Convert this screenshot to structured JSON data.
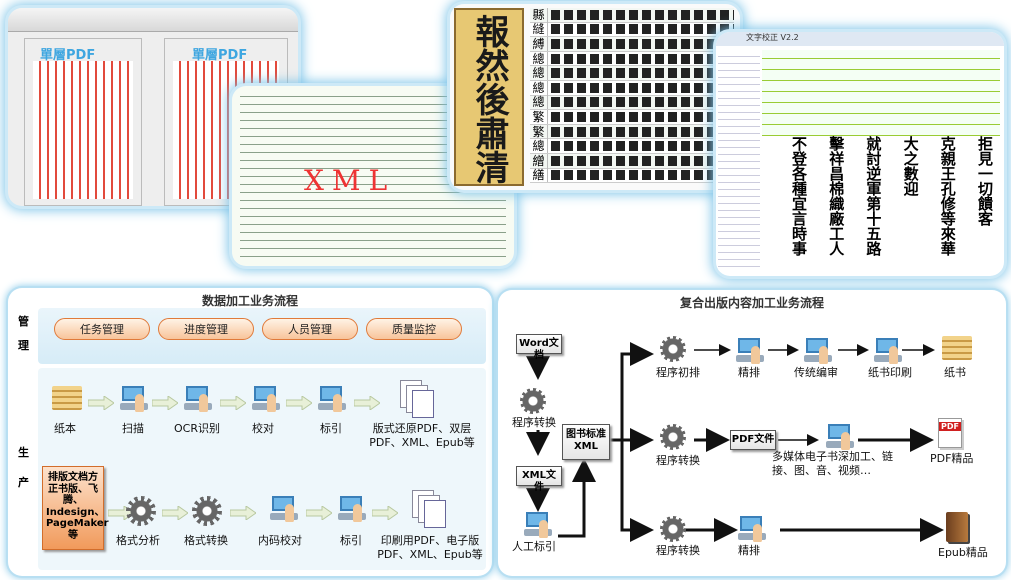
{
  "screens": {
    "pdf_label_1": "單層PDF",
    "pdf_label_2": "單層PDF",
    "xml_label": "XML",
    "calligraphy": "報然後肅清",
    "glyph_rows": [
      "縣",
      "縫",
      "縛",
      "總",
      "總",
      "總",
      "總",
      "繁",
      "繁",
      "總",
      "繒",
      "繕"
    ],
    "proof_title": "文字校正 V2.2",
    "proof_columns": [
      "拒見一切饋客",
      "克親王孔修等來華",
      "大之數迎",
      "就討逆軍第十五路",
      "擊祥昌棉織廠工人",
      "不登各種宜言時事"
    ]
  },
  "left_flow": {
    "title": "数据加工业务流程",
    "side_management": "管理",
    "side_production": "生产",
    "mgmt_items": [
      "任务管理",
      "进度管理",
      "人员管理",
      "质量监控"
    ],
    "row1": [
      "纸本",
      "扫描",
      "OCR识别",
      "校对",
      "标引",
      "版式还原PDF、双层PDF、XML、Epub等"
    ],
    "row2_source": "排版文档方正书版、飞腾、Indesign、PageMaker等",
    "row2": [
      "格式分析",
      "格式转换",
      "内码校对",
      "标引",
      "印刷用PDF、电子版PDF、XML、Epub等"
    ]
  },
  "right_flow": {
    "title": "复合出版内容加工业务流程",
    "word": "Word文档",
    "convert1": "程序转换",
    "xml_file": "XML文件",
    "manual_index": "人工标引",
    "book_xml": "图书标准XML",
    "top_row": [
      "程序初排",
      "精排",
      "传统编审",
      "纸书印刷",
      "纸书"
    ],
    "mid_convert": "程序转换",
    "pdf_file": "PDF文件",
    "mid_text": "多媒体电子书深加工、链接、图、音、视频…",
    "pdf_out": "PDF精品",
    "pdf_badge": "PDF",
    "bottom_row": [
      "程序转换",
      "精排",
      "Epub精品"
    ]
  }
}
